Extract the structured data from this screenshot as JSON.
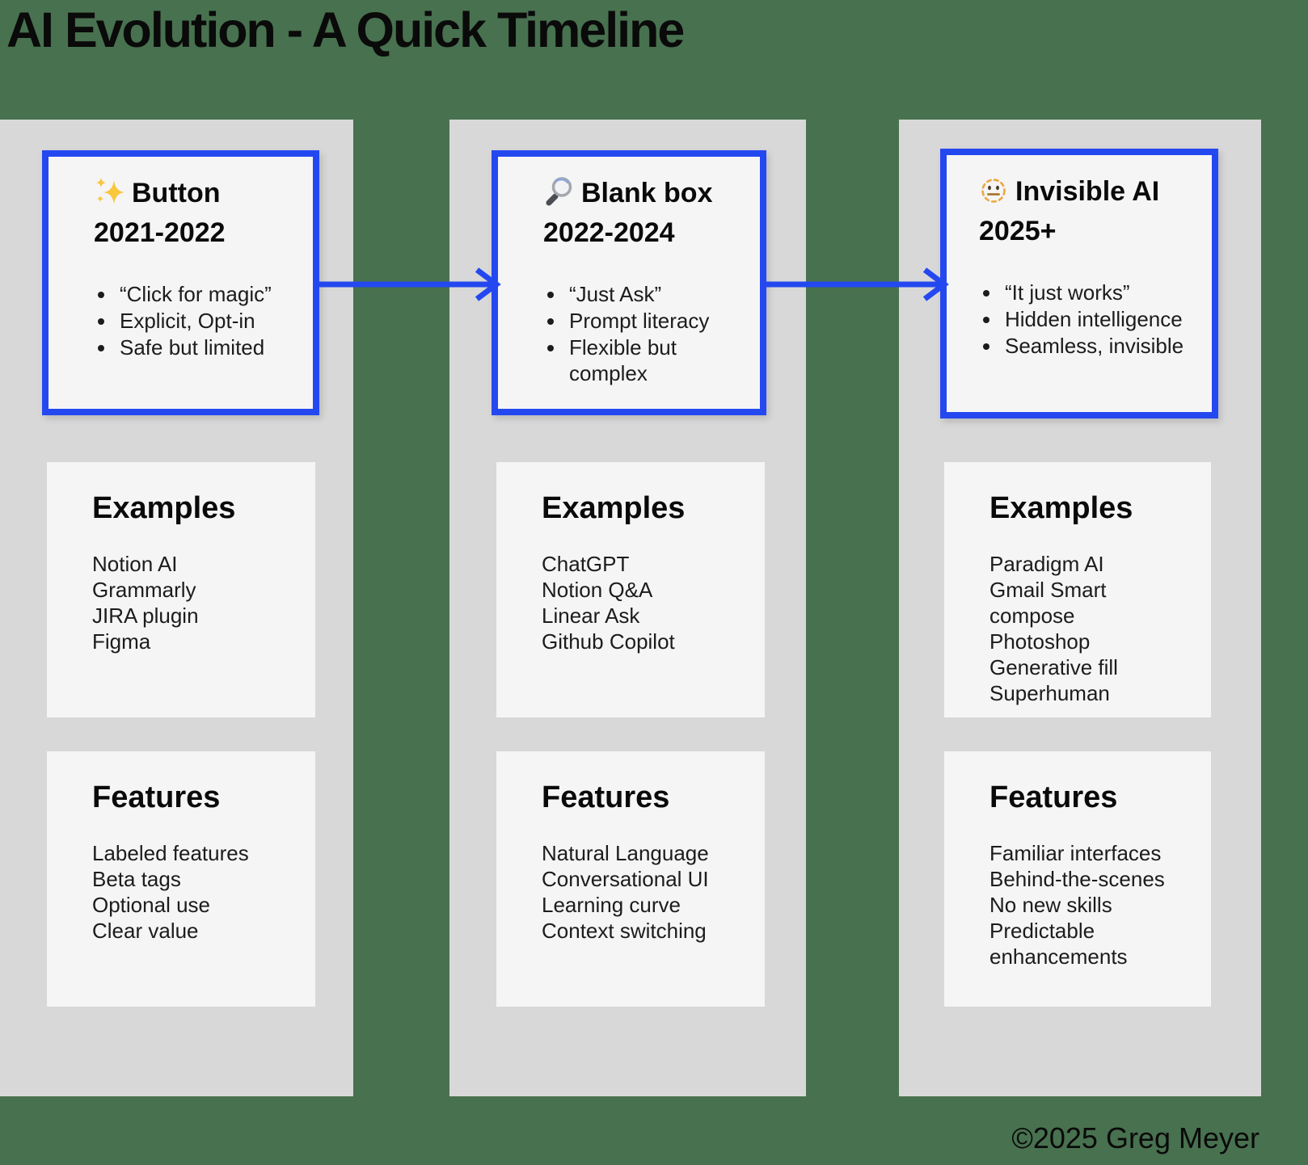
{
  "title": "AI Evolution - A Quick Timeline",
  "footer": "©2025 Greg Meyer",
  "colors": {
    "background_green": "#48714F",
    "accent_blue": "#2448F0",
    "column_gray": "#D8D8D8",
    "panel_gray": "#F5F5F5"
  },
  "columns": [
    {
      "card": {
        "icon": "sparkles-icon",
        "title": "Button",
        "period": "2021-2022",
        "bullets": [
          "“Click for magic”",
          "Explicit, Opt-in",
          "Safe but limited"
        ]
      },
      "examples": {
        "heading": "Examples",
        "items": [
          "Notion AI",
          "Grammarly",
          "JIRA plugin",
          "Figma"
        ]
      },
      "features": {
        "heading": "Features",
        "items": [
          "Labeled features",
          "Beta tags",
          "Optional use",
          "Clear value"
        ]
      }
    },
    {
      "card": {
        "icon": "magnifying-glass-icon",
        "title": "Blank box",
        "period": "2022-2024",
        "bullets": [
          "“Just Ask”",
          "Prompt literacy",
          "Flexible but complex"
        ]
      },
      "examples": {
        "heading": "Examples",
        "items": [
          "ChatGPT",
          "Notion Q&A",
          "Linear Ask",
          "Github Copilot"
        ]
      },
      "features": {
        "heading": "Features",
        "items": [
          "Natural Language",
          "Conversational UI",
          "Learning curve",
          "Context switching"
        ]
      }
    },
    {
      "card": {
        "icon": "dotted-line-face-icon",
        "title": "Invisible AI",
        "period": "2025+",
        "bullets": [
          "“It just works”",
          "Hidden intelligence",
          "Seamless, invisible"
        ]
      },
      "examples": {
        "heading": "Examples",
        "items": [
          "Paradigm AI",
          "Gmail Smart compose",
          "Photoshop",
          "Generative fill",
          "Superhuman"
        ]
      },
      "features": {
        "heading": "Features",
        "items": [
          "Familiar interfaces",
          "Behind-the-scenes",
          "No new skills",
          "Predictable enhancements"
        ]
      }
    }
  ]
}
